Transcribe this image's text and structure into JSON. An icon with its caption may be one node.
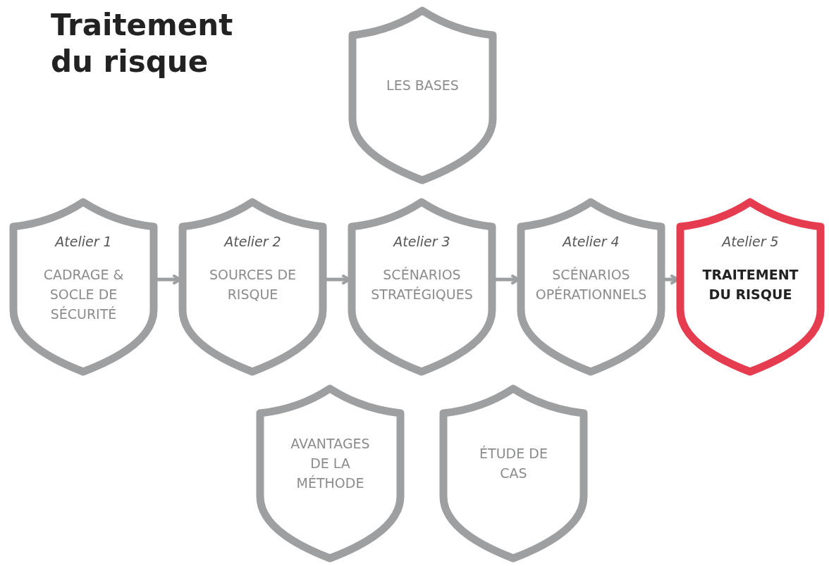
{
  "diagram": {
    "title": "Traitement du risque",
    "nodes": [
      {
        "text": [
          "LES BASES"
        ]
      },
      {
        "text": [
          "Atelier 1",
          "CADRAGE & SOCLE DE SÉCURITÉ"
        ]
      },
      {
        "text": [
          "Atelier 2",
          "SOURCES DE RISQUE"
        ]
      },
      {
        "text": [
          "Atelier 3",
          "SCÉNARIOS STRATÉGIQUES"
        ]
      },
      {
        "text": [
          "Atelier 4",
          "SCÉNARIOS OPÉRATIONNELS"
        ]
      },
      {
        "text": [
          "Atelier 5",
          "TRAITEMENT DU RISQUE"
        ]
      },
      {
        "text": [
          "AVANTAGES DE LA MÉTHODE"
        ]
      },
      {
        "text": [
          "ÉTUDE DE CAS"
        ]
      }
    ],
    "edges": [
      {
        "from": 1,
        "to": 2,
        "arrow": "to"
      },
      {
        "from": 2,
        "to": 3,
        "arrow": "to"
      },
      {
        "from": 3,
        "to": 4,
        "arrow": "to"
      },
      {
        "from": 4,
        "to": 5,
        "arrow": "to"
      }
    ]
  }
}
